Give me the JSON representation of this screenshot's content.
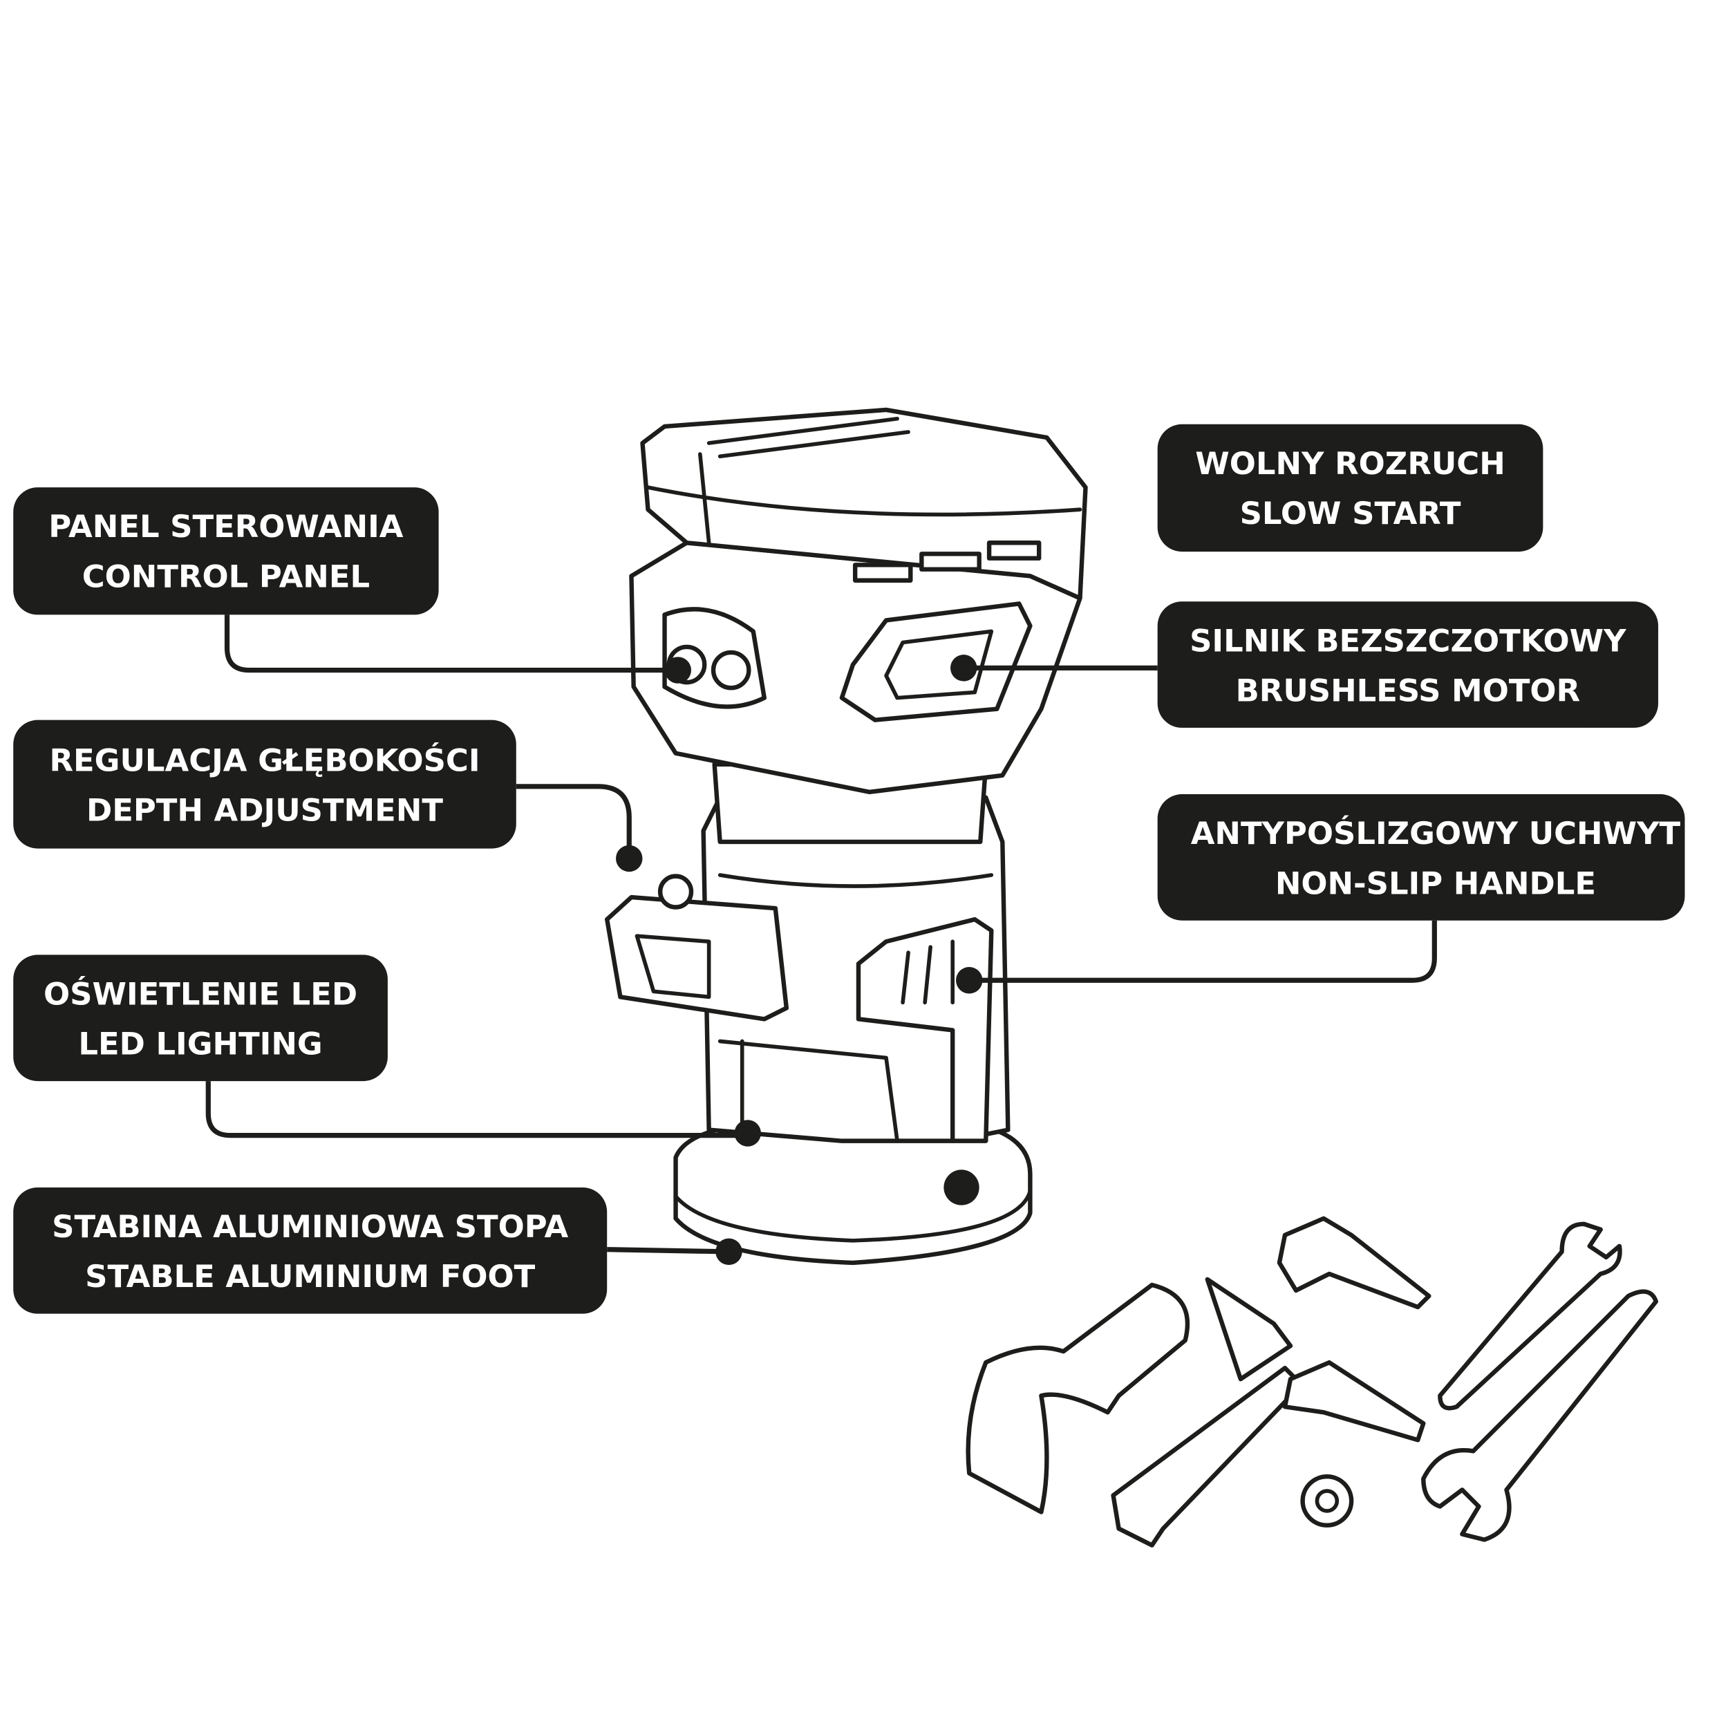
{
  "callouts": {
    "control_panel": {
      "pl": "PANEL STEROWANIA",
      "en": "CONTROL PANEL"
    },
    "depth_adjustment": {
      "pl": "REGULACJA GŁĘBOKOŚCI",
      "en": "DEPTH ADJUSTMENT"
    },
    "led_lighting": {
      "pl": "OŚWIETLENIE LED",
      "en": "LED LIGHTING"
    },
    "aluminium_foot": {
      "pl": "STABINA ALUMINIOWA STOPA",
      "en": "STABLE ALUMINIUM FOOT"
    },
    "slow_start": {
      "pl": "WOLNY ROZRUCH",
      "en": "SLOW START"
    },
    "brushless_motor": {
      "pl": "SILNIK BEZSZCZOTKOWY",
      "en": "BRUSHLESS MOTOR"
    },
    "non_slip_handle": {
      "pl": "ANTYPOŚLIZGOWY UCHWYT",
      "en": "NON-SLIP HANDLE"
    }
  },
  "colors": {
    "label_bg": "#1d1d1b",
    "label_text": "#ffffff"
  }
}
